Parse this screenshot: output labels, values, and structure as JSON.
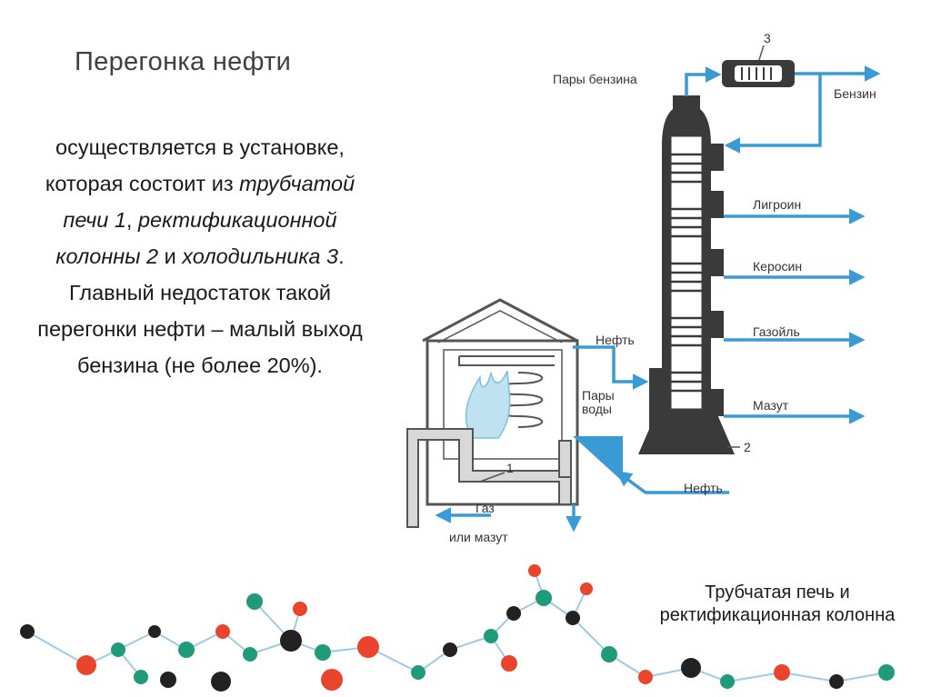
{
  "slide": {
    "title": "Перегонка нефти",
    "body": {
      "t1": "осуществляется в установке, которая состоит из ",
      "e1": "трубчатой печи 1",
      "t2": ", ",
      "e2": "ректификационной колонны 2",
      "t3": " и ",
      "e3": "холодильника 3",
      "t4": ". Главный недостаток такой перегонки нефти – малый выход бензина (не более 20%)."
    },
    "caption": "Трубчатая печь и ректификационная колонна"
  },
  "diagram": {
    "labels": {
      "gasoline_vapor": "Пары бензина",
      "gasoline": "Бензин",
      "ligroin": "Лигроин",
      "kerosene": "Керосин",
      "gasoil": "Газойль",
      "fuel_oil": "Мазут",
      "oil_in_top": "Нефть",
      "water_vapor_1": "Пары",
      "water_vapor_2": "воды",
      "oil_in_bottom": "Нефть",
      "gas": "Газ",
      "or_fuel_oil": "или мазут",
      "num1": "1",
      "num2": "2",
      "num3": "3"
    },
    "colors": {
      "equipment": "#3a3a3a",
      "flow_arrow": "#3a9ad6",
      "flame": "#bfe2f2",
      "outline": "#555555"
    }
  },
  "decor": {
    "colors": {
      "red": "#e8452c",
      "teal": "#1f9b7a",
      "dark": "#222222",
      "line": "#9ec9e8"
    }
  }
}
